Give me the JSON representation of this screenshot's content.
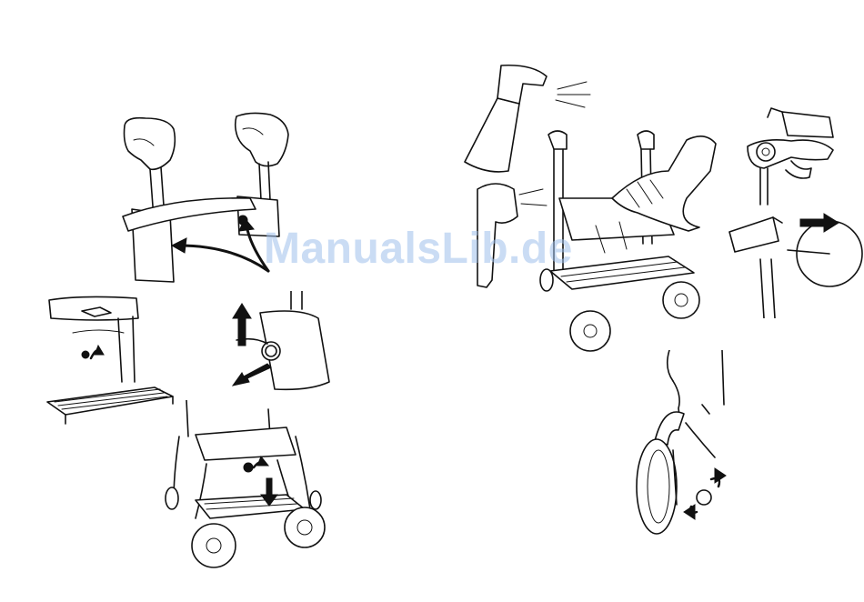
{
  "page": {
    "background": "#ffffff",
    "ink_color": "#111111"
  },
  "watermark": {
    "text": "ManualsLib.de",
    "color": "#9fc0ec"
  },
  "illustrations": [
    "seat-mounting-illustration",
    "basket-bracket-illustration",
    "handle-lever-illustration",
    "walker-folding-illustration",
    "cleaning-spray-illustration",
    "brake-oil-illustration",
    "wheel-adjust-illustration"
  ]
}
